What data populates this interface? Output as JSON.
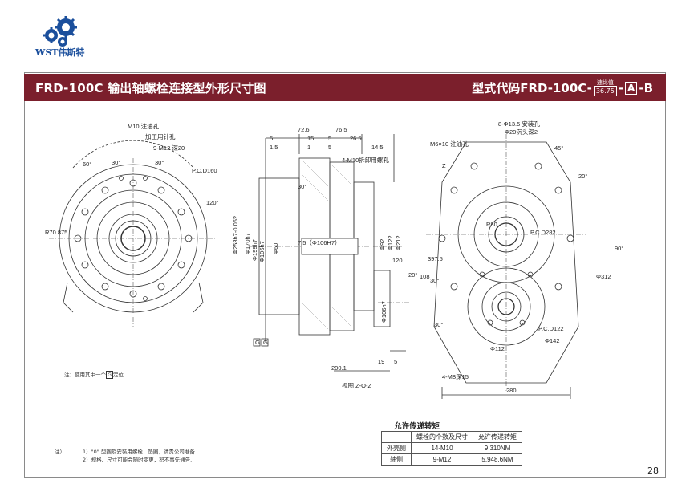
{
  "brand": {
    "name": "WST伟斯特"
  },
  "header": {
    "title": "FRD-100C  输出轴螺栓连接型外形尺寸图",
    "code_prefix": "型式代码FRD-100C-",
    "ratio_caption": "速比值",
    "ratio_value": "36.75",
    "separator1": "-",
    "option_a": "A",
    "separator2": "-",
    "option_b": "B"
  },
  "drawing": {
    "left_view": {
      "labels": [
        "M10 注油孔",
        "加工用针孔",
        "9-M12 深20",
        "60°",
        "30°",
        "30°",
        "P.C.D160",
        "120°",
        "R70.875"
      ]
    },
    "section_view": {
      "top_dims": [
        "72.6",
        "76.5",
        "5",
        "15",
        "5",
        "26.5",
        "1.5",
        "1",
        "5",
        "14.5"
      ],
      "labels": [
        "4-M10拆卸用螺孔",
        "7.5（Φ106H7）",
        "30°",
        "20°",
        "120",
        "108",
        "397.5"
      ],
      "vertical_dims": [
        "Φ258h7-0.052",
        "Φ170h7",
        "Φ106h7",
        "Φ199h7",
        "Φ60",
        "Φ92",
        "Φ122",
        "Φ212",
        "Φ106h7"
      ],
      "bottom_dims": [
        "19",
        "5",
        "200.1"
      ],
      "datum_a": "G",
      "datum_b": "G",
      "view_label": "视图  Z-O-Z"
    },
    "right_view": {
      "labels": [
        "8-Φ13.5 安装孔",
        "Φ20沉头深2",
        "M6×10 注油孔",
        "Z",
        "45°",
        "20°",
        "R80",
        "P.C.D282",
        "90°",
        "Φ312",
        "30°",
        "30°",
        "P.C.D122",
        "Φ142",
        "Φ112",
        "4-M8深15",
        "280"
      ]
    }
  },
  "notes": {
    "bottom_left": "注：使用其中一个",
    "bottom_left_boxed": "G",
    "bottom_left_tail": "定位",
    "footnote_title": "注）",
    "footnote_1": "1）\"0\" 型圈及安装用螺栓、垫圈，请贵公司准备.",
    "footnote_2": "2）规格、尺寸可能会随时变更，恕不事先通告."
  },
  "torque": {
    "title": "允许传递转矩",
    "headers": [
      "",
      "螺栓的个数及尺寸",
      "允许传递转矩"
    ],
    "rows": [
      [
        "外壳侧",
        "14-M10",
        "9,310NM"
      ],
      [
        "轴侧",
        "9-M12",
        "5,948.6NM"
      ]
    ]
  },
  "page": {
    "number": "28"
  },
  "colors": {
    "title_bar": "#7b1f2c",
    "brand_blue": "#1b4f9c"
  }
}
